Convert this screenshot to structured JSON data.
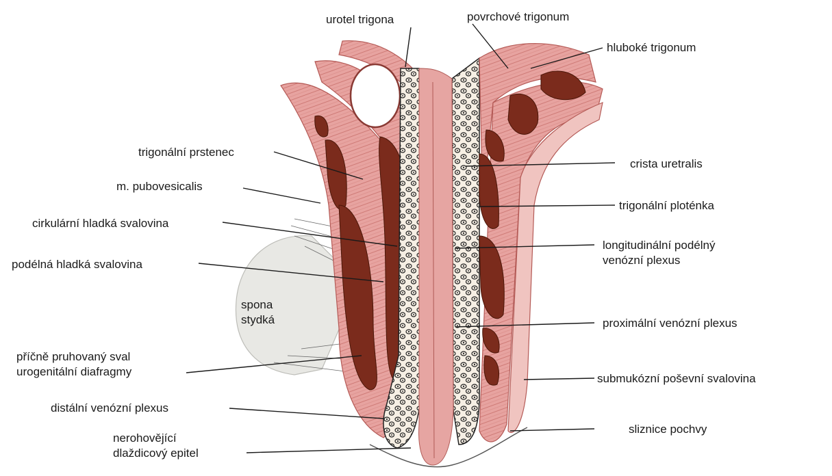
{
  "labels": {
    "urotel_trigona": "urotel trigona",
    "povrchove_trigonum": "povrchové trigonum",
    "hluboke_trigonum": "hluboké trigonum",
    "trigonalni_prstenec": "trigonální prstenec",
    "m_pubovesicalis": "m. pubovesicalis",
    "cirkularni_hladka_svalovina": "cirkulární hladká svalovina",
    "podelna_hladka_svalovina": "podélná hladká svalovina",
    "spona_stydka": [
      "spona",
      "stydká"
    ],
    "pricne_pruhovany_sval": [
      "příčně pruhovaný sval",
      "urogenitální diafragmy"
    ],
    "distalni_venozni_plexus": "distální venózní plexus",
    "nerohovejici_epitel": [
      "nerohovějící",
      "dlaždicový epitel"
    ],
    "crista_uretralis": "crista uretralis",
    "trigonalni_plotenka": "trigonální ploténka",
    "longitudinalni_plexus": [
      "longitudinální podélný",
      "venózní plexus"
    ],
    "proximalni_venozni_plexus": "proximální venózní plexus",
    "submukozni_posevni_svalovina": "submukózní poševní svalovina",
    "sliznice_pochvy": "sliznice pochvy"
  },
  "colors": {
    "muscle_pink": "#e8a0a0",
    "muscle_pink_dark": "#c97070",
    "smooth_muscle_brown": "#7a2a1c",
    "venous_plexus_fill": "#f4ece0",
    "bone_gray": "#e6e6e2",
    "leader_line": "#1a1a1a"
  }
}
